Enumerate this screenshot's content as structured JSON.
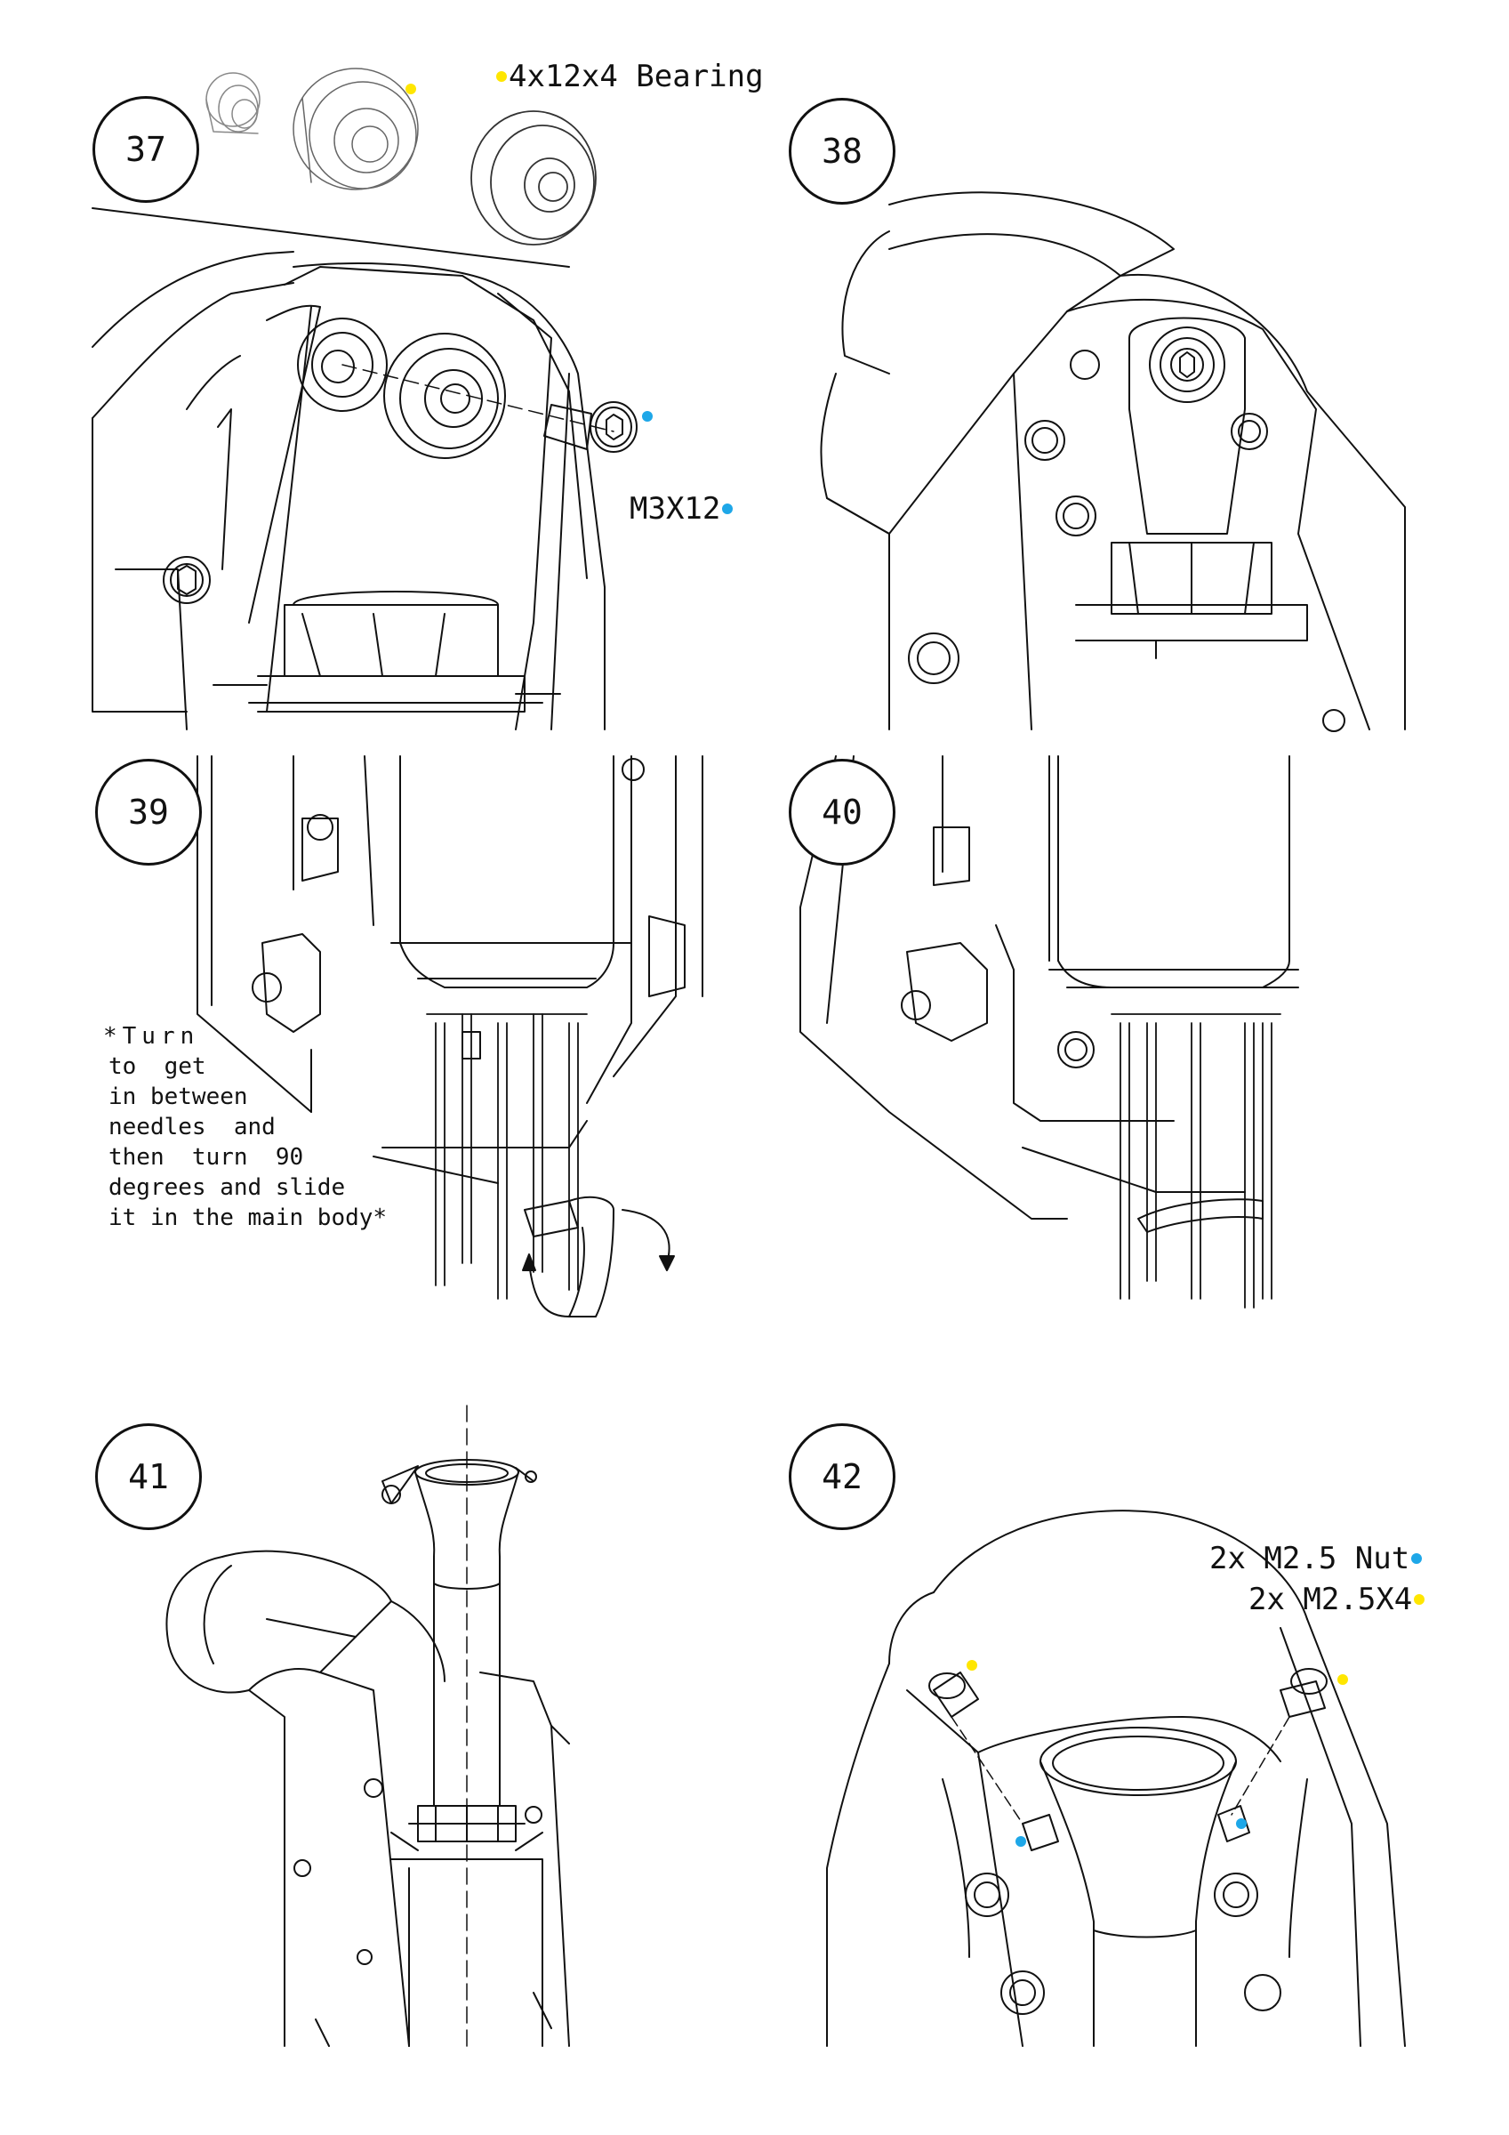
{
  "colors": {
    "yellow_marker": "#ffe600",
    "blue_marker": "#1ea7e8",
    "line": "#111111"
  },
  "steps": [
    {
      "number": "37"
    },
    {
      "number": "38"
    },
    {
      "number": "39"
    },
    {
      "number": "40"
    },
    {
      "number": "41"
    },
    {
      "number": "42"
    }
  ],
  "step37": {
    "bearing_label": "4x12x4 Bearing",
    "screw_label": "M3X12"
  },
  "step39": {
    "note_lines": [
      "*Turn",
      "to  get",
      "in between",
      "needles  and",
      "then  turn  90",
      "degrees and slide",
      "it in the main body*"
    ]
  },
  "step42": {
    "nut_label": "2x M2.5 Nut",
    "screw_label": "2x M2.5X4"
  }
}
